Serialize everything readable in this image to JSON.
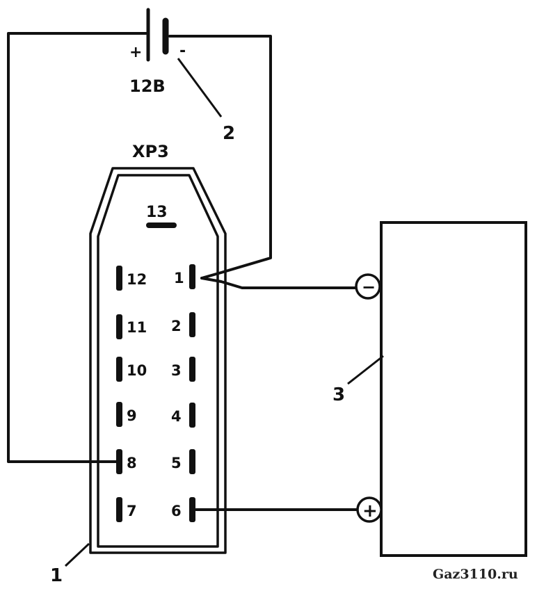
{
  "battery": {
    "plus": "+",
    "minus": "-",
    "voltage": "12B"
  },
  "connector": {
    "name": "XP3",
    "top_pin": "13",
    "left_pins": [
      "12",
      "11",
      "10",
      "9",
      "8",
      "7"
    ],
    "right_pins": [
      "1",
      "2",
      "3",
      "4",
      "5",
      "6"
    ]
  },
  "device": {
    "minus_terminal": "−",
    "plus_terminal": "+"
  },
  "callouts": {
    "connector": "1",
    "battery": "2",
    "device": "3"
  },
  "watermark": "Gaz3110.ru"
}
